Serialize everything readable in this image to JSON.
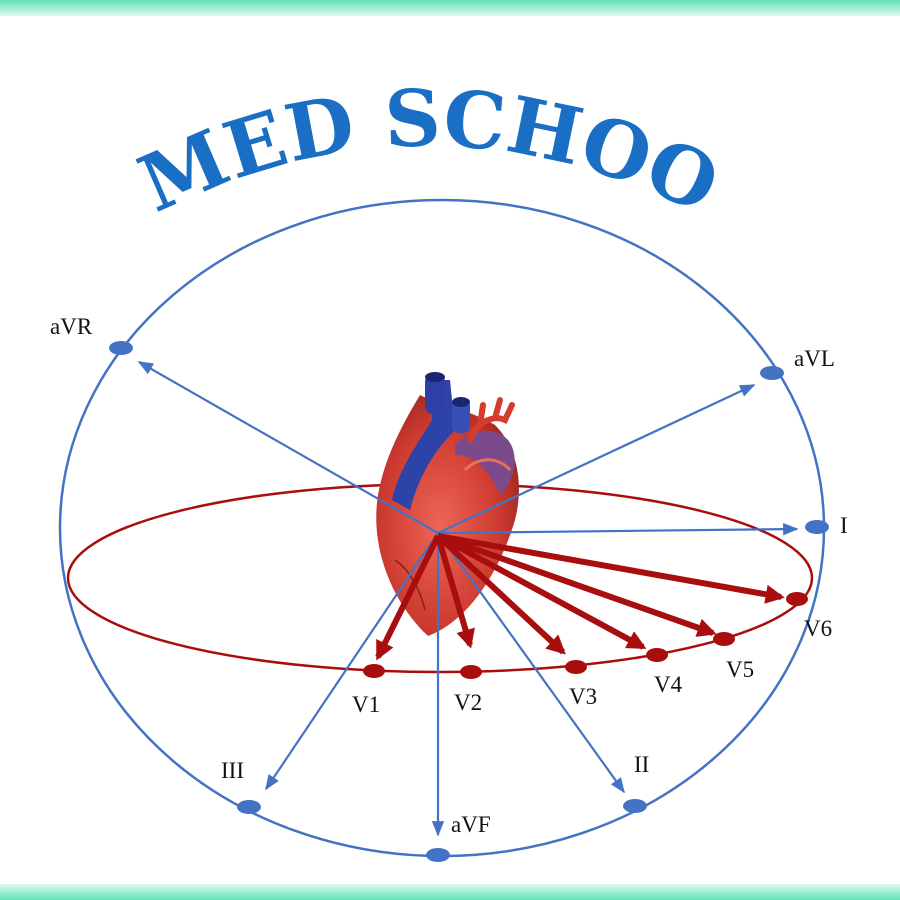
{
  "title": "MED SCHOOL",
  "colors": {
    "title": "#1a6fc4",
    "limb": "#4472c4",
    "precordial": "#a80e0e",
    "edge": "#5fe3b6"
  },
  "limb_leads": [
    {
      "name": "aVR"
    },
    {
      "name": "aVL"
    },
    {
      "name": "I"
    },
    {
      "name": "II"
    },
    {
      "name": "aVF"
    },
    {
      "name": "III"
    }
  ],
  "precordial_leads": [
    {
      "name": "V1"
    },
    {
      "name": "V2"
    },
    {
      "name": "V3"
    },
    {
      "name": "V4"
    },
    {
      "name": "V5"
    },
    {
      "name": "V6"
    }
  ],
  "icons": {
    "center": "heart-icon"
  }
}
